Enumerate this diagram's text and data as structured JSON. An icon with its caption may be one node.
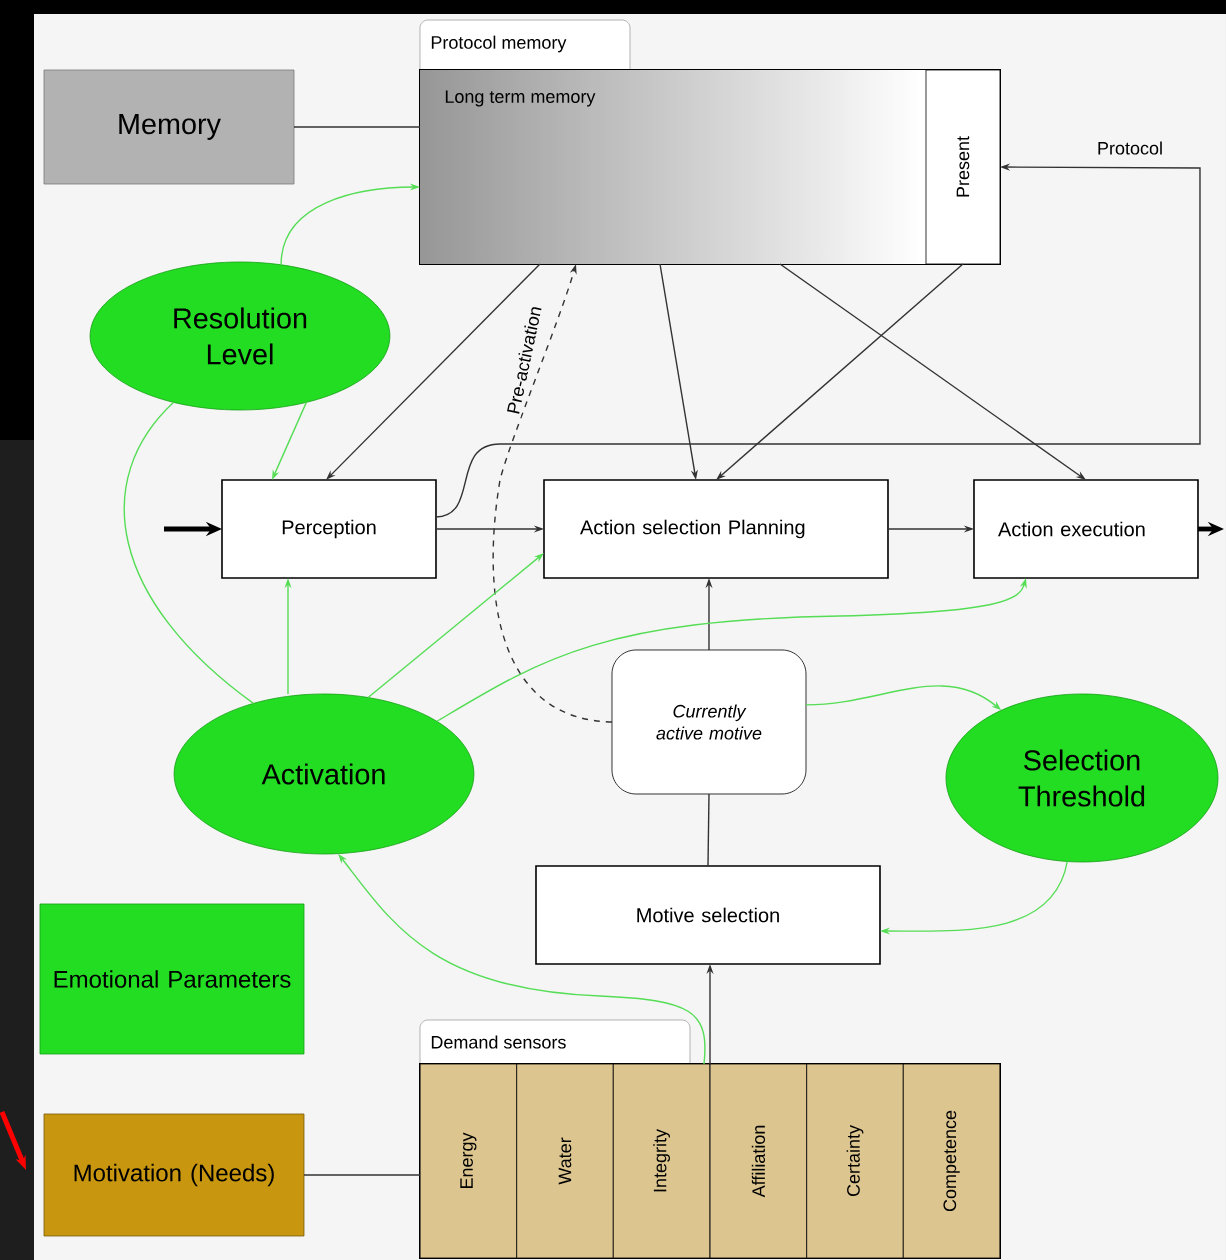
{
  "diagram": {
    "nodes": [
      {
        "text": [
          "Memory"
        ]
      },
      {
        "text": [
          "Protocol memory"
        ]
      },
      {
        "text": [
          "Long term memory"
        ],
        "in": 1
      },
      {
        "text": [
          "Present"
        ],
        "in": 1
      },
      {
        "text": [
          "Resolution Level"
        ]
      },
      {
        "text": [
          "Perception"
        ]
      },
      {
        "text": [
          "Action selection Planning"
        ]
      },
      {
        "text": [
          "Action execution"
        ]
      },
      {
        "text": [
          "Activation"
        ]
      },
      {
        "text": [
          "Currently active motive"
        ]
      },
      {
        "text": [
          "Selection Threshold"
        ]
      },
      {
        "text": [
          "Motive selection"
        ]
      },
      {
        "text": [
          "Emotional Parameters"
        ]
      },
      {
        "text": [
          "Demand sensors"
        ]
      },
      {
        "text": [
          "Energy"
        ],
        "in": 13
      },
      {
        "text": [
          "Water"
        ],
        "in": 13
      },
      {
        "text": [
          "Integrity"
        ],
        "in": 13
      },
      {
        "text": [
          "Affiliation"
        ],
        "in": 13
      },
      {
        "text": [
          "Certainty"
        ],
        "in": 13
      },
      {
        "text": [
          "Competence"
        ],
        "in": 13
      },
      {
        "text": [
          "Motivation (Needs)"
        ]
      }
    ],
    "edges": [
      {
        "from": 0,
        "to": 1,
        "arrow": "none"
      },
      {
        "from": 5,
        "to": 3,
        "arrow": "to",
        "label": "Protocol"
      },
      {
        "from": 1,
        "to": 5,
        "arrow": "to"
      },
      {
        "from": 1,
        "to": 6,
        "arrow": "to"
      },
      {
        "from": 3,
        "to": 6,
        "arrow": "to"
      },
      {
        "from": 1,
        "to": 7,
        "arrow": "to"
      },
      {
        "from": 9,
        "to": 2,
        "arrow": "to",
        "style": "dashed",
        "label": "Pre-activation"
      },
      {
        "from": 5,
        "to": 6,
        "arrow": "to"
      },
      {
        "from": 6,
        "to": 7,
        "arrow": "to"
      },
      {
        "from": null,
        "to": 5,
        "arrow": "to",
        "style": "thick"
      },
      {
        "from": 7,
        "to": null,
        "arrow": "to",
        "style": "thick"
      },
      {
        "from": 9,
        "to": 6,
        "arrow": "to"
      },
      {
        "from": 11,
        "to": 9,
        "arrow": "none"
      },
      {
        "from": 13,
        "to": 11,
        "arrow": "to"
      },
      {
        "from": 20,
        "to": 13,
        "arrow": "none"
      },
      {
        "from": 4,
        "to": 2,
        "arrow": "to",
        "color": "#55dd55"
      },
      {
        "from": 4,
        "to": 5,
        "arrow": "to",
        "color": "#55dd55"
      },
      {
        "from": 8,
        "to": 4,
        "arrow": "none",
        "color": "#55dd55"
      },
      {
        "from": 8,
        "to": 5,
        "arrow": "to",
        "color": "#55dd55"
      },
      {
        "from": 8,
        "to": 6,
        "arrow": "to",
        "color": "#55dd55"
      },
      {
        "from": 8,
        "to": 7,
        "arrow": "to",
        "color": "#55dd55"
      },
      {
        "from": 9,
        "to": 10,
        "arrow": "to",
        "color": "#55dd55"
      },
      {
        "from": 10,
        "to": 11,
        "arrow": "to",
        "color": "#55dd55"
      },
      {
        "from": 13,
        "to": 8,
        "arrow": "to",
        "color": "#55dd55"
      }
    ]
  }
}
